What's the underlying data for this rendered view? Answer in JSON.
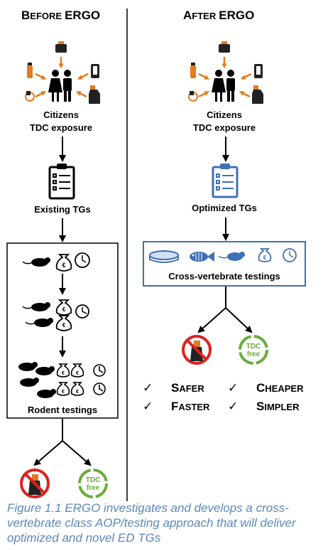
{
  "before": {
    "heading_big": "B",
    "heading_small": "EFORE",
    "heading_brand": "ERGO",
    "citizens": "Citizens",
    "exposure": "TDC exposure",
    "tg_label": "Existing TGs",
    "rodent_label": "Rodent testings",
    "tdc_free": [
      "TDC",
      "free"
    ]
  },
  "after": {
    "heading_big": "A",
    "heading_small": "FTER",
    "heading_brand": "ERGO",
    "citizens": "Citizens",
    "exposure": "TDC exposure",
    "tg_label": "Optimized TGs",
    "cross_label": "Cross-vertebrate testings",
    "tdc_free": [
      "TDC",
      "free"
    ],
    "benefits": [
      {
        "check": "✓",
        "big": "S",
        "rest": "AFER"
      },
      {
        "check": "✓",
        "big": "C",
        "rest": "HEAPER"
      },
      {
        "check": "✓",
        "big": "F",
        "rest": "ASTER"
      },
      {
        "check": "✓",
        "big": "S",
        "rest": "IMPLER"
      }
    ]
  },
  "euro_symbol": "€",
  "caption": "Figure 1.1 ERGO investigates and develops a cross-vertebrate class AOP/testing approach that will deliver optimized and novel ED TGs",
  "colors": {
    "orange": "#e07b22",
    "blue": "#3f6fb5",
    "green": "#6aab3a",
    "red": "#e02020",
    "caption": "#5b88bd"
  }
}
